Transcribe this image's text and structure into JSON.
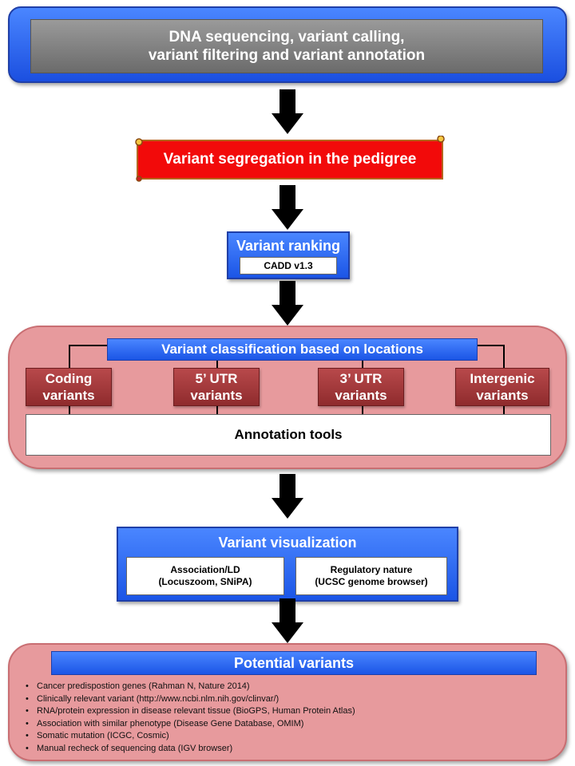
{
  "step1": {
    "line1": "DNA sequencing, variant calling,",
    "line2": "variant filtering and variant annotation"
  },
  "step2": {
    "label": "Variant segregation in the pedigree"
  },
  "step3": {
    "title": "Variant ranking",
    "tool": "CADD v1.3"
  },
  "classification": {
    "header": "Variant classification based on locations",
    "locations": [
      {
        "line1": "Coding",
        "line2": "variants"
      },
      {
        "line1": "5’ UTR",
        "line2": "variants"
      },
      {
        "line1": "3’ UTR",
        "line2": "variants"
      },
      {
        "line1": "Intergenic",
        "line2": "variants"
      }
    ],
    "annotation_tools": "Annotation tools"
  },
  "visualization": {
    "title": "Variant visualization",
    "left": {
      "line1": "Association/LD",
      "line2": "(Locuszoom, SNiPA)"
    },
    "right": {
      "line1": "Regulatory nature",
      "line2": "(UCSC genome browser)"
    }
  },
  "potential": {
    "header": "Potential variants",
    "items": [
      "Cancer predispostion genes (Rahman N, Nature 2014)",
      "Clinically relevant variant (http://www.ncbi.nlm.nih.gov/clinvar/)",
      "RNA/protein expression in disease relevant tissue (BioGPS, Human Protein Atlas)",
      "Association with similar phenotype (Disease Gene Database, OMIM)",
      "Somatic mutation (ICGC, Cosmic)",
      "Manual recheck of sequencing data (IGV browser)"
    ]
  },
  "colors": {
    "blue": "#2b6af5",
    "gray": "#7f7f7f",
    "red_scroll": "#ff0000",
    "panel_pink": "#e79a9d",
    "location_red": "#a3393b",
    "arrow": "#000000"
  }
}
